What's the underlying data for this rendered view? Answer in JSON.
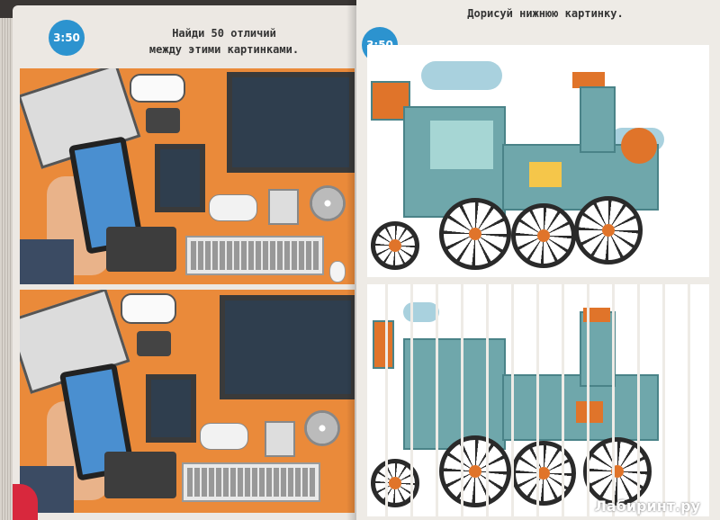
{
  "left_page": {
    "badge": "3:50",
    "title_line1": "Найди 50 отличий",
    "title_line2": "между этими картинками."
  },
  "right_page": {
    "badge": "3:50",
    "title": "Дорисуй нижнюю картинку."
  },
  "watermark": "Лабиринт.ру",
  "colors": {
    "badge": "#2c93cf",
    "desk": "#ea8a3a",
    "train": "#6fa7ab",
    "train_accent": "#e0742a"
  }
}
